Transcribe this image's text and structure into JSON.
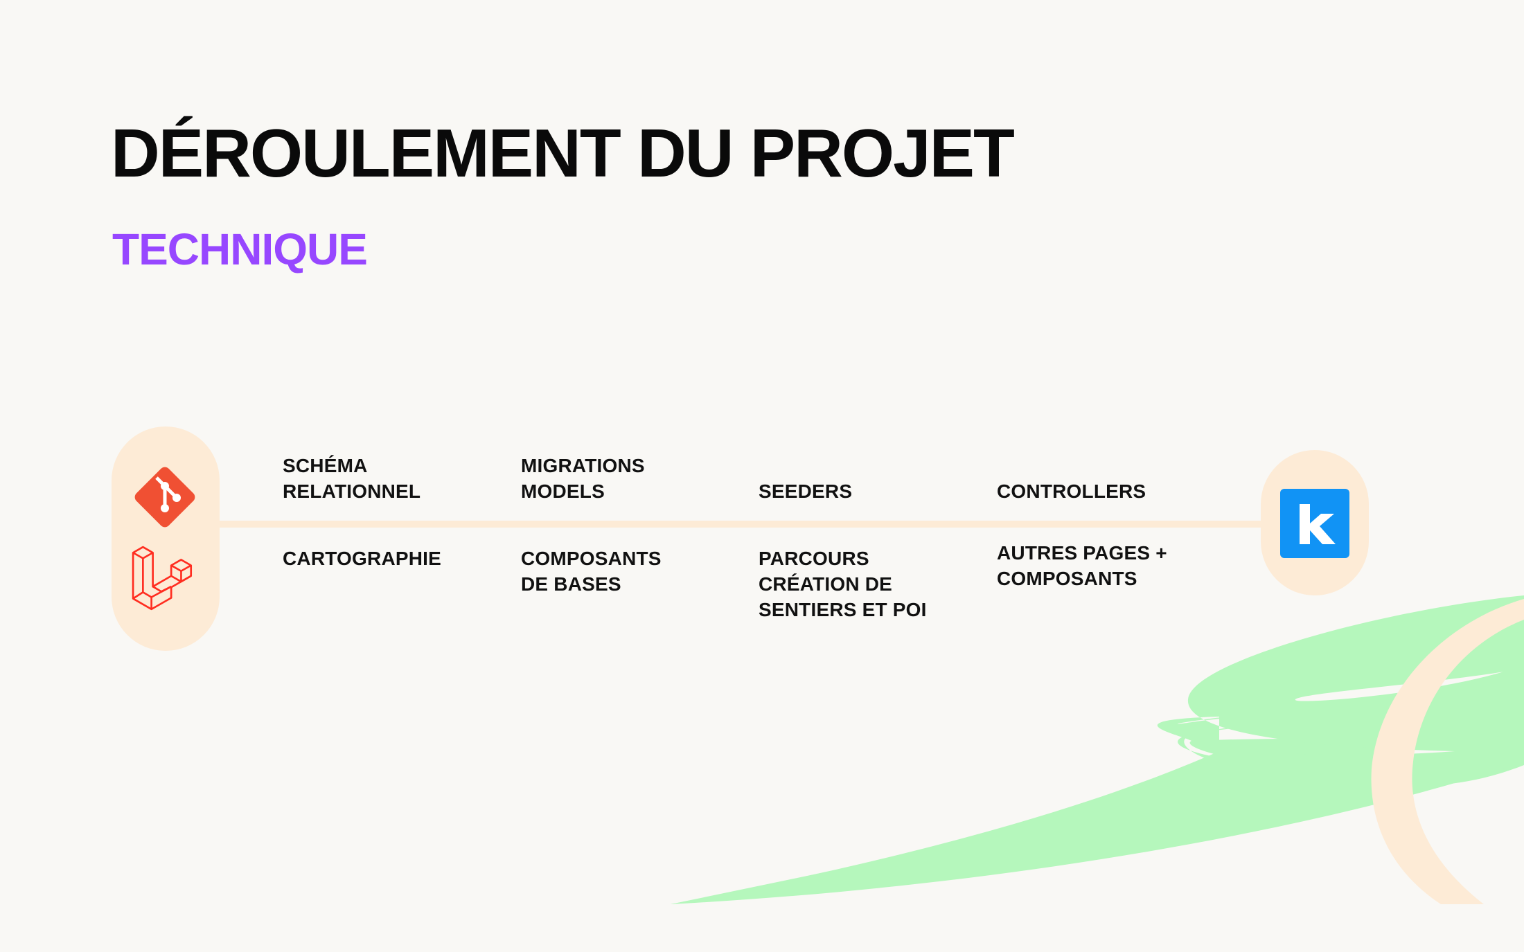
{
  "title": "DÉROULEMENT DU PROJET",
  "subtitle": "TECHNIQUE",
  "colors": {
    "background": "#f9f8f5",
    "accent_purple": "#9747ff",
    "timeline_peach": "#fdebd6",
    "path_green": "#b5f7bc",
    "git_red": "#f05033",
    "laravel_red": "#ff2d20",
    "k_blue": "#1193f5"
  },
  "icons": {
    "left_top": "git-logo-icon",
    "left_bottom": "laravel-logo-icon",
    "right": "k-logo-icon"
  },
  "timeline": {
    "steps": [
      {
        "top": "SCHÉMA\nRELATIONNEL",
        "bottom": "CARTOGRAPHIE"
      },
      {
        "top": "MIGRATIONS\nMODELS",
        "bottom": "COMPOSANTS\nDE BASES"
      },
      {
        "top": "SEEDERS",
        "bottom": "PARCOURS\nCRÉATION DE\nSENTIERS ET POI"
      },
      {
        "top": "CONTROLLERS",
        "bottom": "AUTRES PAGES +\nCOMPOSANTS"
      }
    ]
  }
}
